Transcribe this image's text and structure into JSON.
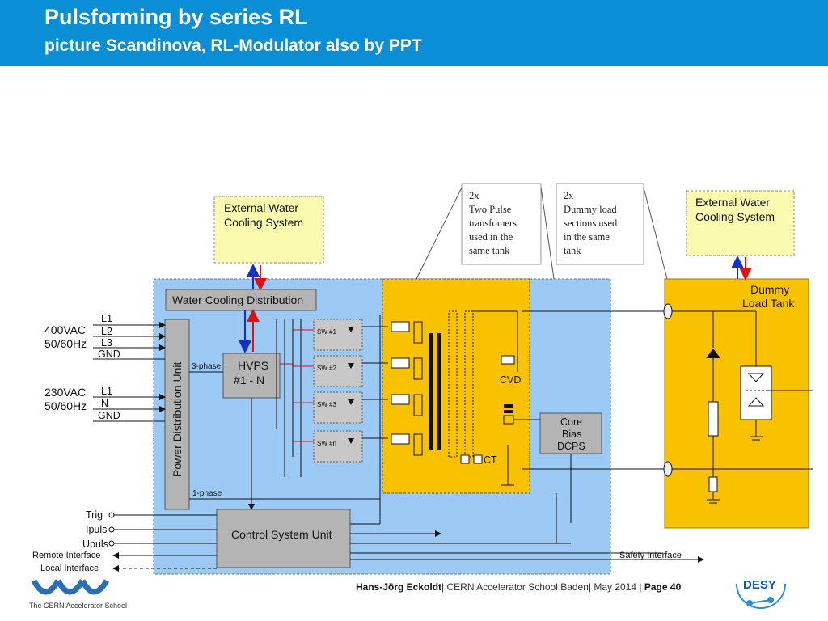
{
  "header": {
    "title": "Pulsforming by series RL",
    "subtitle": "picture Scandinova, RL-Modulator also by PPT"
  },
  "diagram": {
    "ext_water_left": [
      "External Water",
      "Cooling System"
    ],
    "ext_water_right": [
      "External Water",
      "Cooling System"
    ],
    "note_transformers": [
      "2x",
      "Two Pulse",
      "transfomers",
      "used in the",
      "same tank"
    ],
    "note_dummy": [
      "2x",
      "Dummy load",
      "sections used",
      "in the same",
      "tank"
    ],
    "water_cooling_distribution": "Water Cooling Distribution",
    "power_distribution_unit": "Power Distribution Unit",
    "hvps": [
      "HVPS",
      "#1 - N"
    ],
    "three_phase": "3-phase",
    "one_phase": "1-phase",
    "input_400": [
      "400VAC",
      "50/60Hz"
    ],
    "input_230": [
      "230VAC",
      "50/60Hz"
    ],
    "lines_400": [
      "L1",
      "L2",
      "L3",
      "GND"
    ],
    "lines_230": [
      "L1",
      "N",
      "GND"
    ],
    "switches": [
      "SW #1",
      "SW #2",
      "SW #3",
      "SW #n"
    ],
    "cvd": "CVD",
    "ct": "CT",
    "core_bias": [
      "Core",
      "Bias",
      "DCPS"
    ],
    "dummy_load_tank": [
      "Dummy",
      "Load Tank"
    ],
    "control_system_unit": "Control System Unit",
    "left_signals": [
      "Trig",
      "Ipuls",
      "Upuls"
    ],
    "remote_interface": "Remote Interface",
    "local_interface": "Local Interface",
    "safety_interface": "Safety Interface"
  },
  "footer": {
    "author": "Hans-Jörg Eckoldt",
    "school": "CERN Accelerator School Baden",
    "date": "May 2014",
    "page": "Page 40",
    "cas_caption": "The CERN Accelerator School",
    "desy": "DESY"
  },
  "colors": {
    "header_blue": "#0a8fd6",
    "modulator_blue": "#9ccaf5",
    "tank_yellow": "#f8c200",
    "note_yellow": "#fbfbb0",
    "box_grey": "#b4b4b4"
  }
}
